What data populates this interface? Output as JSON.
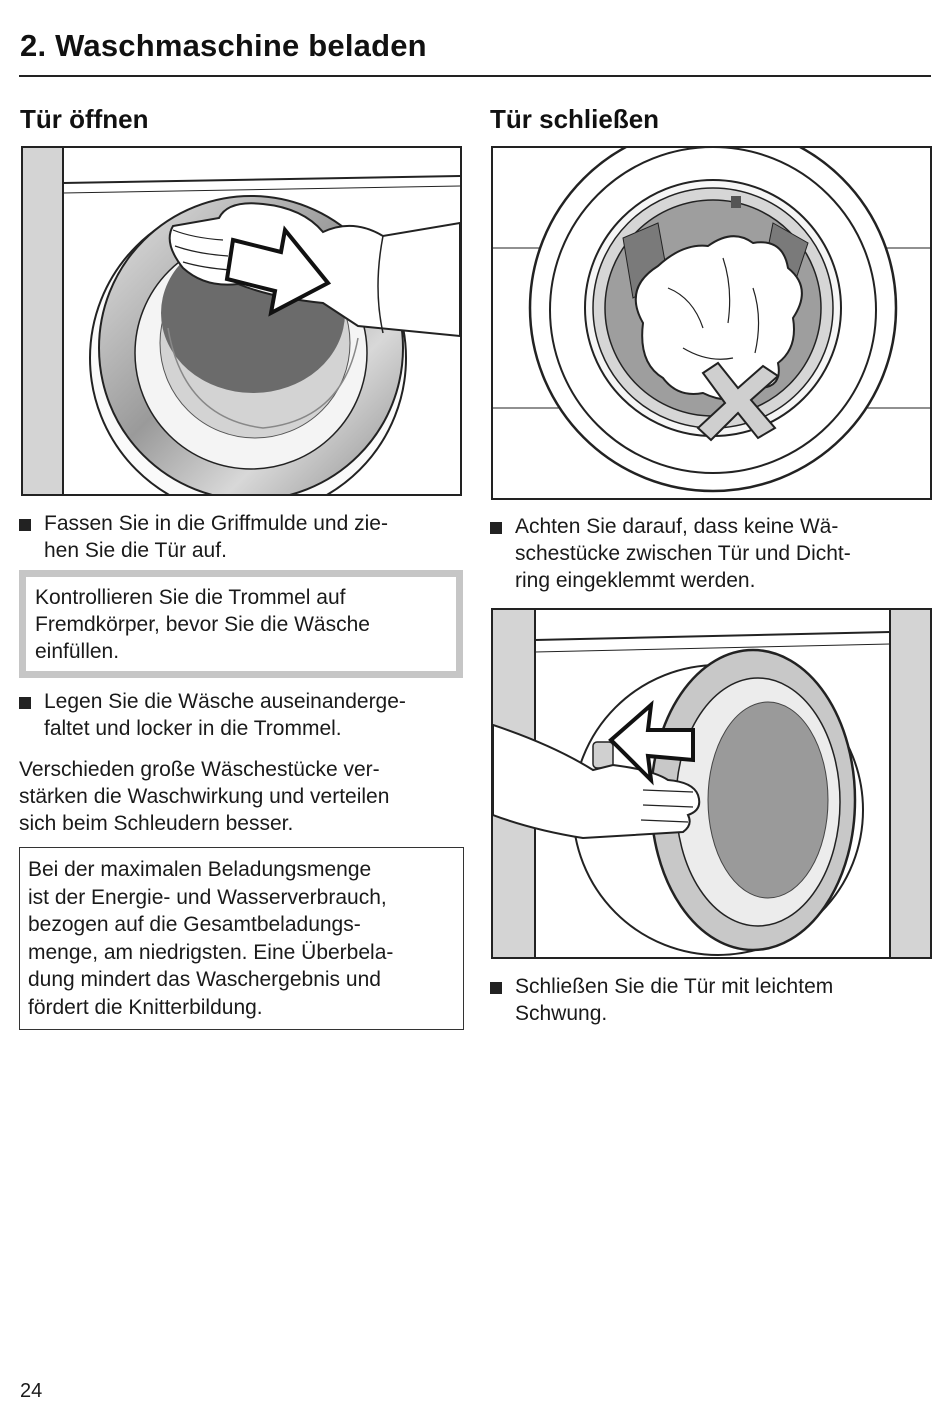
{
  "header": {
    "title": "2. Waschmaschine beladen"
  },
  "left": {
    "heading": "Tür öffnen",
    "bullet1": "Fassen Sie in die Griffmulde und zie-\nhen Sie die Tür auf.",
    "note_gray": "Kontrollieren Sie die Trommel auf\nFremdkörper, bevor Sie die Wäsche\neinfüllen.",
    "bullet2": "Legen Sie die Wäsche auseinanderge-\nfaltet und locker in die Trommel.",
    "paragraph": "Verschieden große Wäschestücke ver-\nstärken die Waschwirkung und verteilen\nsich beim Schleudern besser.",
    "note_box": "Bei der maximalen Beladungsmenge\nist der Energie- und Wasserverbrauch,\nbezogen auf die Gesamtbeladungs-\nmenge, am niedrigsten. Eine Überbela-\ndung mindert das Waschergebnis und\nfördert die Knitterbildung."
  },
  "right": {
    "heading": "Tür schließen",
    "bullet1": "Achten Sie darauf, dass keine Wä-\nschestücke zwischen Tür und Dicht-\nring eingeklemmt werden.",
    "bullet2": "Schließen Sie die Tür mit leichtem\nSchwung."
  },
  "footer": {
    "page_number": "24"
  }
}
